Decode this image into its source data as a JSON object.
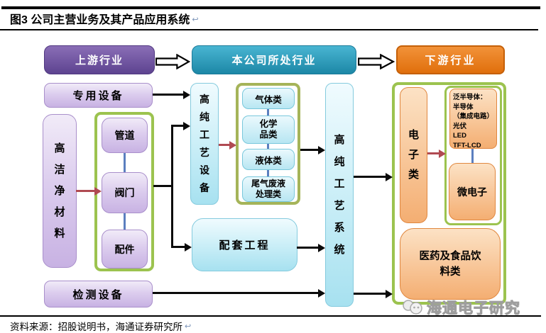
{
  "page": {
    "title": "图3  公司主营业务及其产品应用系统",
    "paragraph_mark": "↩",
    "source_label": "资料来源：招股说明书，海通证券研究所",
    "watermark_text": "海通电子研究"
  },
  "colors": {
    "upstream_purple": "#6A4E9E",
    "company_teal": "#2495B5",
    "downstream_orange": "#EC7C1F",
    "material_lavender": "#D3C2E8",
    "process_cyan": "#BCE9F4",
    "product_orange": "#F5BB87",
    "group_border_green": "#9CC34F",
    "connector_blue": "#5B7FBF",
    "arrow_red": "#B04A52",
    "arrow_black": "#0A0A0A"
  },
  "diagram": {
    "headers": {
      "upstream": "上游行业",
      "company": "本公司所处行业",
      "downstream": "下游行业"
    },
    "upstream_column": {
      "special_equipment": "专用设备",
      "high_clean_material": "高洁净材料",
      "pipe": "管道",
      "valve": "阀门",
      "fitting": "配件",
      "testing_equipment": "检测设备"
    },
    "company_column": {
      "hp_equipment": "高纯工艺设备",
      "gas": "气体类",
      "chemicals": "化学\n品类",
      "liquids": "液体类",
      "waste_treatment": "尾气废液\n处理类",
      "support_engineering": "配套工程",
      "hp_system": "高纯工艺系统"
    },
    "downstream_column": {
      "electronics": "电子类",
      "pan_semiconductor": "泛半导体：\n半导体\n（集成电路）\n光伏\nLED\nTFT-LCD",
      "micro_electronics": "微电子",
      "pharma_food": "医药及食品饮\n料类"
    }
  }
}
